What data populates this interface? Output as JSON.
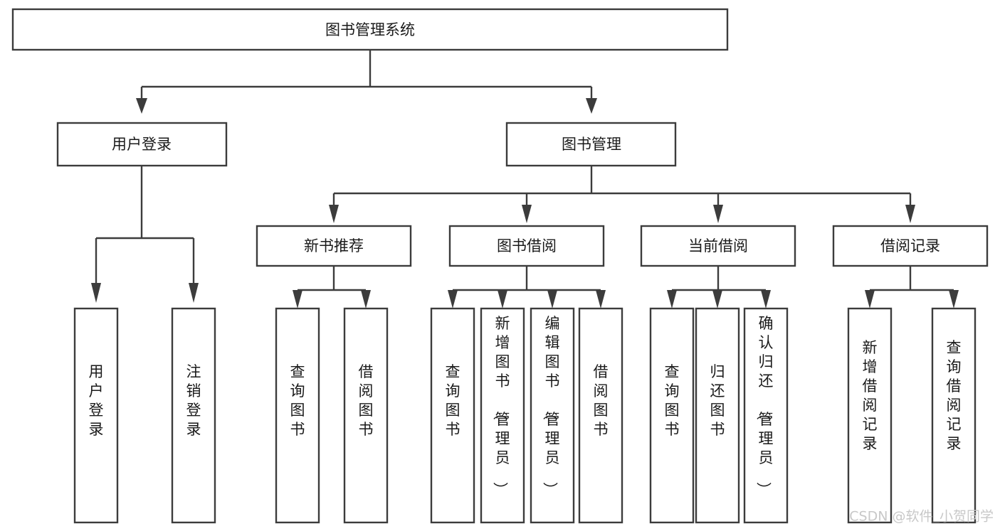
{
  "diagram": {
    "title": "图书管理系统",
    "type": "tree-hierarchy-chart",
    "watermark": "CSDN @软件_小贺同学",
    "colors": {
      "background": "#ffffff",
      "box_stroke": "#3c3c3c",
      "box_fill": "#ffffff",
      "connector": "#3c3c3c",
      "text": "#1a1a1a",
      "watermark": "#c8c8c8"
    },
    "levels": {
      "level1": [
        "图书管理系统"
      ],
      "level2": [
        "用户登录",
        "图书管理"
      ],
      "level3": [
        "新书推荐",
        "图书借阅",
        "当前借阅",
        "借阅记录"
      ],
      "level4": [
        "用户登录",
        "注销登录",
        "查询图书",
        "借阅图书",
        "查询图书",
        "新增图书（管理员）",
        "编辑图书（管理员）",
        "借阅图书",
        "查询图书",
        "归还图书",
        "确认归还（管理员）",
        "新增借阅记录",
        "查询借阅记录"
      ]
    },
    "nodes": {
      "root": {
        "label": "图书管理系统"
      },
      "user_login": {
        "label": "用户登录"
      },
      "book_manage": {
        "label": "图书管理"
      },
      "new_book_rec": {
        "label": "新书推荐"
      },
      "book_borrow": {
        "label": "图书借阅"
      },
      "current_borrow": {
        "label": "当前借阅"
      },
      "borrow_record": {
        "label": "借阅记录"
      },
      "leaf_user_login": {
        "label": "用户登录"
      },
      "leaf_logout": {
        "label": "注销登录"
      },
      "leaf_query_book_1": {
        "label": "查询图书"
      },
      "leaf_borrow_book_1": {
        "label": "借阅图书"
      },
      "leaf_query_book_2": {
        "label": "查询图书"
      },
      "leaf_add_book_admin": {
        "label": "新增图书（管理员）"
      },
      "leaf_edit_book_admin": {
        "label": "编辑图书（管理员）"
      },
      "leaf_borrow_book_2": {
        "label": "借阅图书"
      },
      "leaf_query_book_3": {
        "label": "查询图书"
      },
      "leaf_return_book": {
        "label": "归还图书"
      },
      "leaf_confirm_return_admin": {
        "label": "确认归还（管理员）"
      },
      "leaf_add_borrow_record": {
        "label": "新增借阅记录"
      },
      "leaf_query_borrow_record": {
        "label": "查询借阅记录"
      }
    }
  }
}
